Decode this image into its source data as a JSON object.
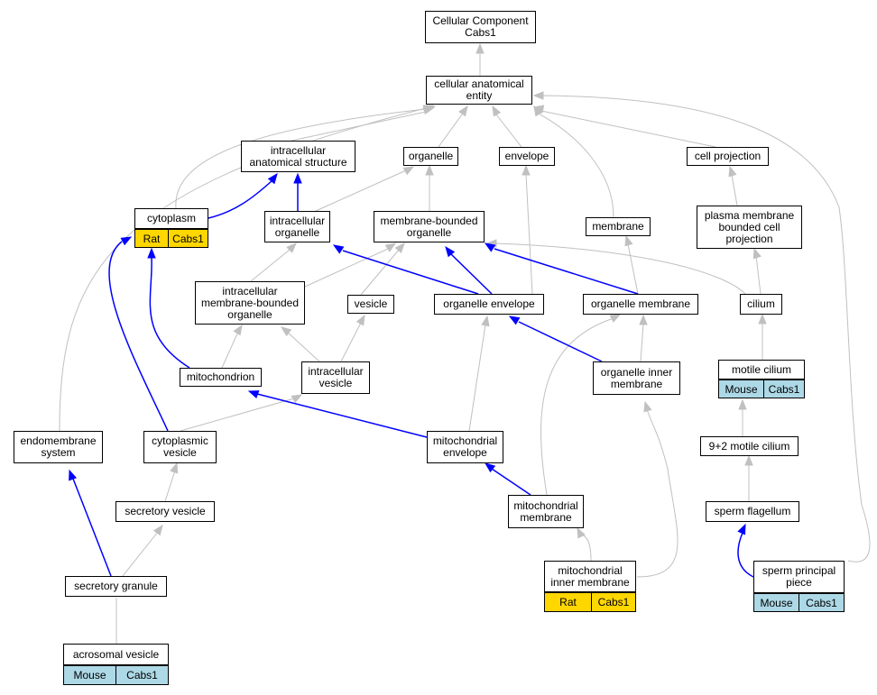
{
  "title": "Cellular Component\nCabs1",
  "colors": {
    "gray_edge": "#c0c0c0",
    "blue_edge": "#0000ff",
    "rat": "#ffd700",
    "mouse": "#add8e6"
  },
  "nodes": {
    "root": "Cellular Component\nCabs1",
    "cae": "cellular anatomical\nentity",
    "ias": "intracellular\nanatomical structure",
    "organelle": "organelle",
    "envelope": "envelope",
    "cellproj": "cell projection",
    "cytoplasm": "cytoplasm",
    "intorg": "intracellular\norganelle",
    "mbo": "membrane-bounded\norganelle",
    "membrane": "membrane",
    "pmbcp": "plasma membrane\nbounded cell\nprojection",
    "imbo": "intracellular\nmembrane-bounded\norganelle",
    "vesicle": "vesicle",
    "orgenv": "organelle envelope",
    "orgmem": "organelle membrane",
    "cilium": "cilium",
    "mito": "mitochondrion",
    "intves": "intracellular\nvesicle",
    "oim": "organelle inner\nmembrane",
    "motcil": "motile cilium",
    "endo": "endomembrane\nsystem",
    "cytves": "cytoplasmic\nvesicle",
    "mitoenv": "mitochondrial\nenvelope",
    "ninetwo": "9+2 motile cilium",
    "secves": "secretory vesicle",
    "mitomem": "mitochondrial\nmembrane",
    "spermflag": "sperm flagellum",
    "secgran": "secretory granule",
    "mitoinner": "mitochondrial\ninner membrane",
    "spp": "sperm principal\npiece",
    "acro": "acrosomal vesicle"
  },
  "tags": {
    "cytoplasm_species": "Rat",
    "cytoplasm_gene": "Cabs1",
    "motcil_species": "Mouse",
    "motcil_gene": "Cabs1",
    "mitoinner_species": "Rat",
    "mitoinner_gene": "Cabs1",
    "spp_species": "Mouse",
    "spp_gene": "Cabs1",
    "acro_species": "Mouse",
    "acro_gene": "Cabs1"
  }
}
